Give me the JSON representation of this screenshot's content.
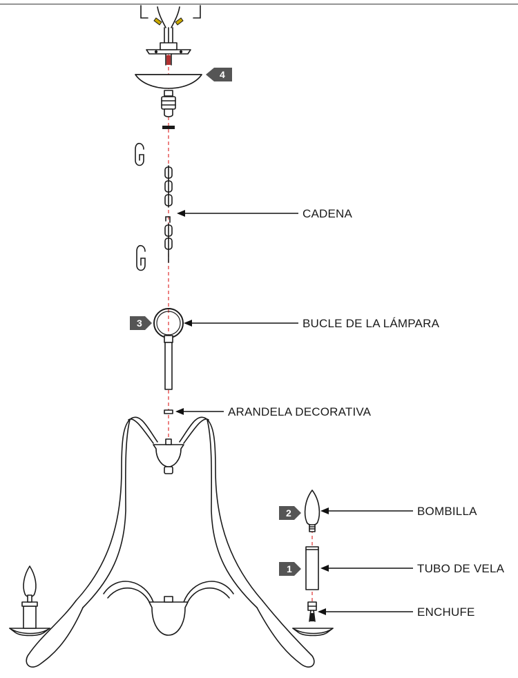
{
  "labels": {
    "cadena": "CADENA",
    "bucle": "BUCLE DE LA LÁMPARA",
    "arandela": "ARANDELA DECORATIVA",
    "bombilla": "BOMBILLA",
    "tubo": "TUBO DE VELA",
    "enchufe": "ENCHUFE"
  },
  "steps": {
    "step1": "1",
    "step2": "2",
    "step3": "3",
    "step4": "4"
  },
  "colors": {
    "line": "#1a1a1a",
    "axis": "#e03030",
    "badge": "#555555"
  }
}
